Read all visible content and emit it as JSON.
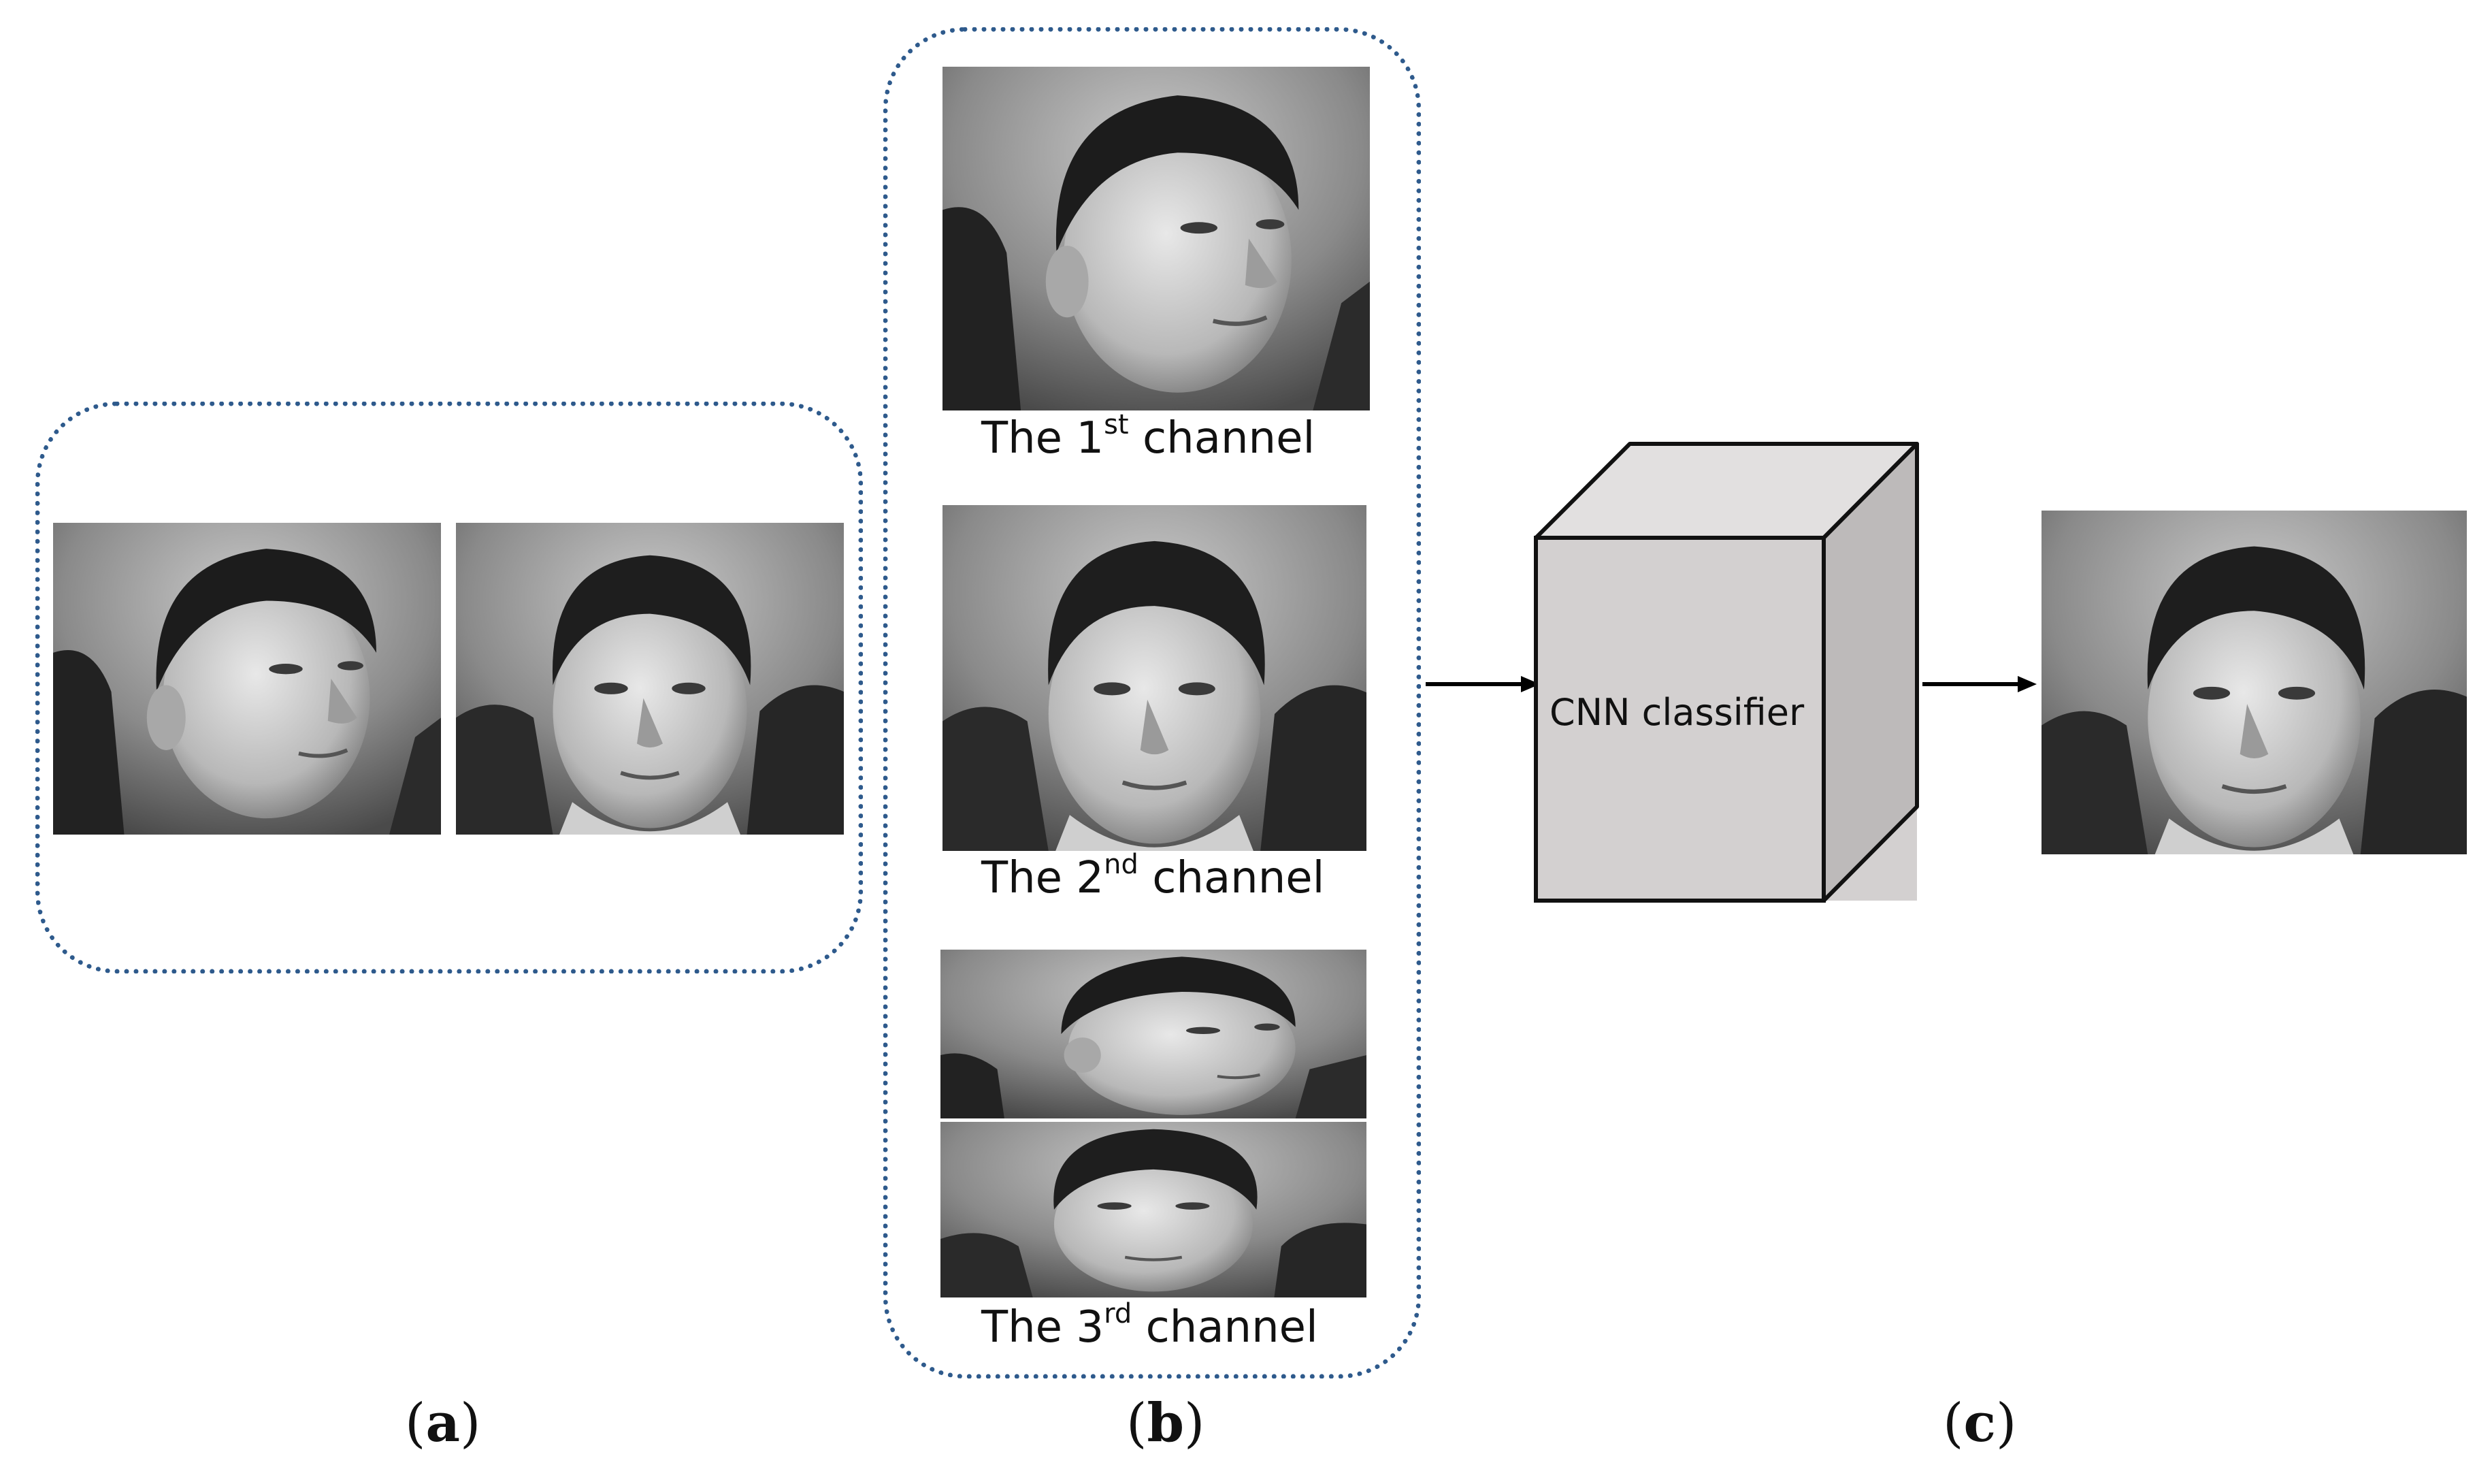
{
  "panel_a": {
    "label_open": "(",
    "label_letter": "a",
    "label_close": ")",
    "images": [
      "face-left-turned",
      "face-frontal"
    ]
  },
  "panel_b": {
    "label_open": "(",
    "label_letter": "b",
    "label_close": ")",
    "channels": [
      {
        "prefix": "The 1",
        "sup": "st",
        "suffix": " channel"
      },
      {
        "prefix": "The 2",
        "sup": "nd",
        "suffix": " channel"
      },
      {
        "prefix": "The 3",
        "sup": "rd",
        "suffix": " channel"
      }
    ]
  },
  "classifier": {
    "label": "CNN classifier"
  },
  "panel_c": {
    "label_open": "(",
    "label_letter": "c",
    "label_close": ")"
  },
  "colors": {
    "dotted_border": "#2e5a8c",
    "cube_front": "#d3d0d0",
    "cube_top": "#e2e0e0",
    "cube_side": "#bdbaba"
  }
}
